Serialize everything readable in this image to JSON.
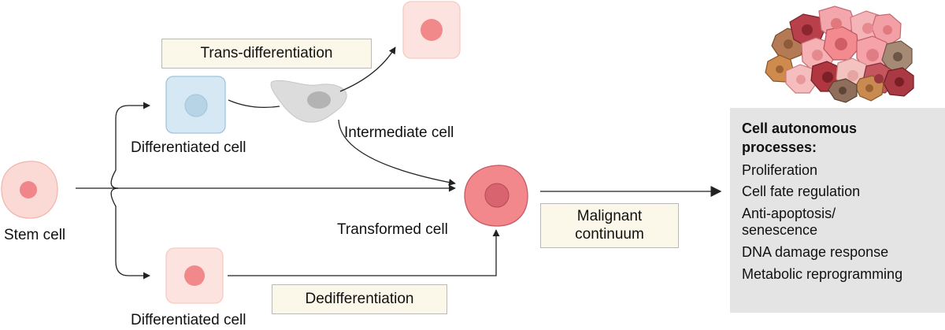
{
  "labels": {
    "stem_cell": "Stem cell",
    "differentiated_cell_top": "Differentiated cell",
    "differentiated_cell_bottom": "Differentiated cell",
    "intermediate_cell": "Intermediate cell",
    "transformed_cell": "Transformed cell"
  },
  "process_boxes": {
    "trans_differentiation": "Trans-differentiation",
    "dedifferentiation": "Dedifferentiation",
    "malignant_continuum_line1": "Malignant",
    "malignant_continuum_line2": "continuum"
  },
  "panel": {
    "title": "Cell autonomous processes:",
    "items": [
      "Proliferation",
      "Cell fate regulation",
      "Anti-apoptosis/ senescence",
      "DNA damage response",
      "Metabolic reprogramming"
    ]
  },
  "colors": {
    "stem_cell": "#fbd9d4",
    "stem_nucleus": "#f0868a",
    "blue_cell": "#d6e8f3",
    "blue_nucleus": "#b6d4e6",
    "pink_cell": "#fde3df",
    "pink_nucleus": "#f1898b",
    "transformed_cell": "#f2878c",
    "transformed_nucleus": "#d8646f",
    "intermediate_cell": "#dcdcdc",
    "intermediate_nucleus": "#b3b3b3",
    "arrow": "#222222",
    "panel_bg": "#e4e4e4",
    "box_bg": "#fbf8ea"
  }
}
